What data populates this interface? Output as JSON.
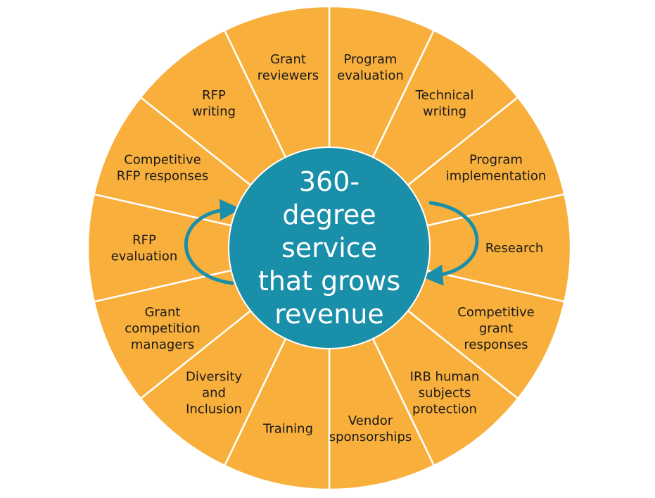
{
  "colors": {
    "segment_fill": "#F8AF3C",
    "segment_border": "#FFFFFF",
    "center_fill": "#1A8FAA",
    "center_text": "#FFFFFF",
    "arrow": "#1A8FAA",
    "label_text": "#1A1A1A"
  },
  "center": {
    "lines": [
      "360-",
      "degree",
      "service",
      "that grows",
      "revenue"
    ]
  },
  "segments": [
    {
      "lines": [
        "Program",
        "evaluation"
      ]
    },
    {
      "lines": [
        "Technical",
        "writing"
      ]
    },
    {
      "lines": [
        "Program",
        "implementation"
      ]
    },
    {
      "lines": [
        "Research"
      ]
    },
    {
      "lines": [
        "Competitive",
        "grant",
        "responses"
      ]
    },
    {
      "lines": [
        "IRB human",
        "subjects",
        "protection"
      ]
    },
    {
      "lines": [
        "Vendor",
        "sponsorships"
      ]
    },
    {
      "lines": [
        "Training"
      ]
    },
    {
      "lines": [
        "Diversity",
        "and",
        "Inclusion"
      ]
    },
    {
      "lines": [
        "Grant",
        "competition",
        "managers"
      ]
    },
    {
      "lines": [
        "RFP",
        "evaluation"
      ]
    },
    {
      "lines": [
        "Competitive",
        "RFP responses"
      ]
    },
    {
      "lines": [
        "RFP",
        "writing"
      ]
    },
    {
      "lines": [
        "Grant",
        "reviewers"
      ]
    }
  ],
  "arrows": [
    {
      "name": "left-cycle-arrow-icon"
    },
    {
      "name": "right-cycle-arrow-icon"
    }
  ]
}
